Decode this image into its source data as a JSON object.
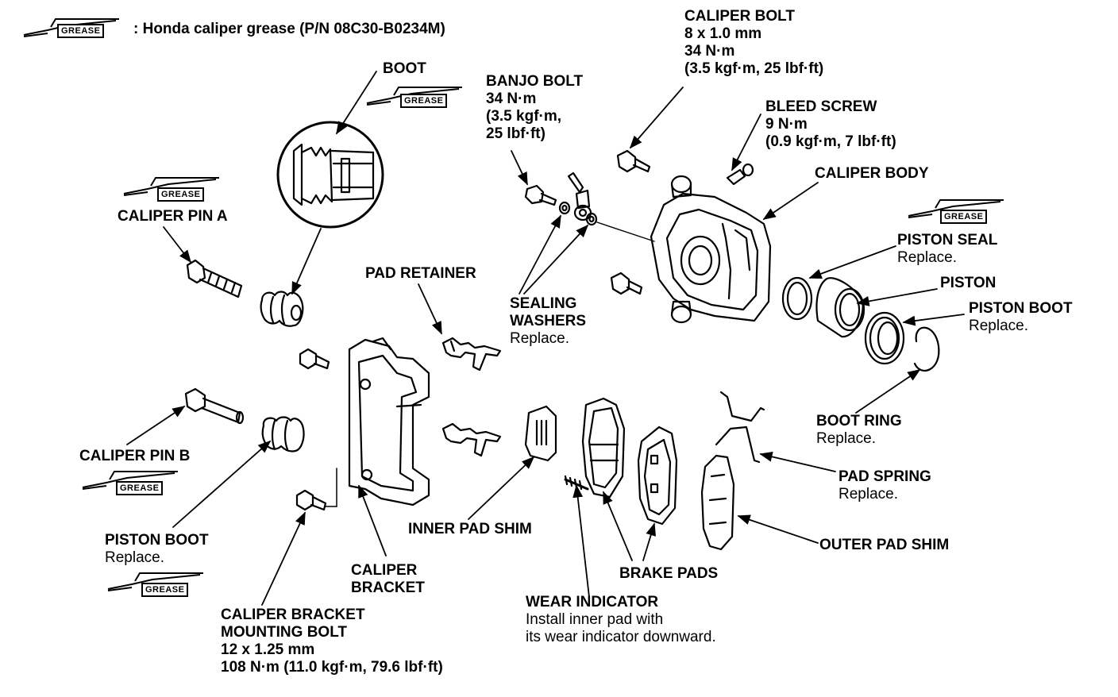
{
  "legend": {
    "tag": "GREASE",
    "text": ": Honda caliper grease (P/N 08C30-B0234M)"
  },
  "grease_tag": "GREASE",
  "labels": {
    "boot": "BOOT",
    "banjo_bolt": [
      "BANJO BOLT",
      "34 N·m",
      "(3.5 kgf·m,",
      "25 lbf·ft)"
    ],
    "caliper_bolt": [
      "CALIPER BOLT",
      "8 x 1.0 mm",
      "34 N·m",
      "(3.5 kgf·m, 25 lbf·ft)"
    ],
    "bleed_screw": [
      "BLEED SCREW",
      "9 N·m",
      "(0.9 kgf·m, 7 lbf·ft)"
    ],
    "caliper_body": "CALIPER BODY",
    "piston_seal": "PISTON SEAL",
    "piston_seal_note": "Replace.",
    "piston": "PISTON",
    "piston_boot_right": "PISTON BOOT",
    "piston_boot_right_note": "Replace.",
    "caliper_pin_a": "CALIPER PIN A",
    "pad_retainer": "PAD RETAINER",
    "sealing_washers": [
      "SEALING",
      "WASHERS"
    ],
    "sealing_washers_note": "Replace.",
    "boot_ring": "BOOT RING",
    "boot_ring_note": "Replace.",
    "pad_spring": "PAD SPRING",
    "pad_spring_note": "Replace.",
    "caliper_pin_b": "CALIPER PIN B",
    "piston_boot_left": "PISTON BOOT",
    "piston_boot_left_note": "Replace.",
    "inner_pad_shim": "INNER PAD SHIM",
    "outer_pad_shim": "OUTER PAD SHIM",
    "caliper_bracket": [
      "CALIPER",
      "BRACKET"
    ],
    "brake_pads": "BRAKE PADS",
    "wear_indicator": "WEAR INDICATOR",
    "wear_indicator_note": [
      "Install inner pad with",
      "its wear indicator downward."
    ],
    "caliper_bracket_bolt": [
      "CALIPER BRACKET",
      "MOUNTING BOLT"
    ],
    "caliper_bracket_bolt_spec": [
      "12 x 1.25 mm",
      "108 N·m (11.0 kgf·m, 79.6 lbf·ft)"
    ]
  }
}
